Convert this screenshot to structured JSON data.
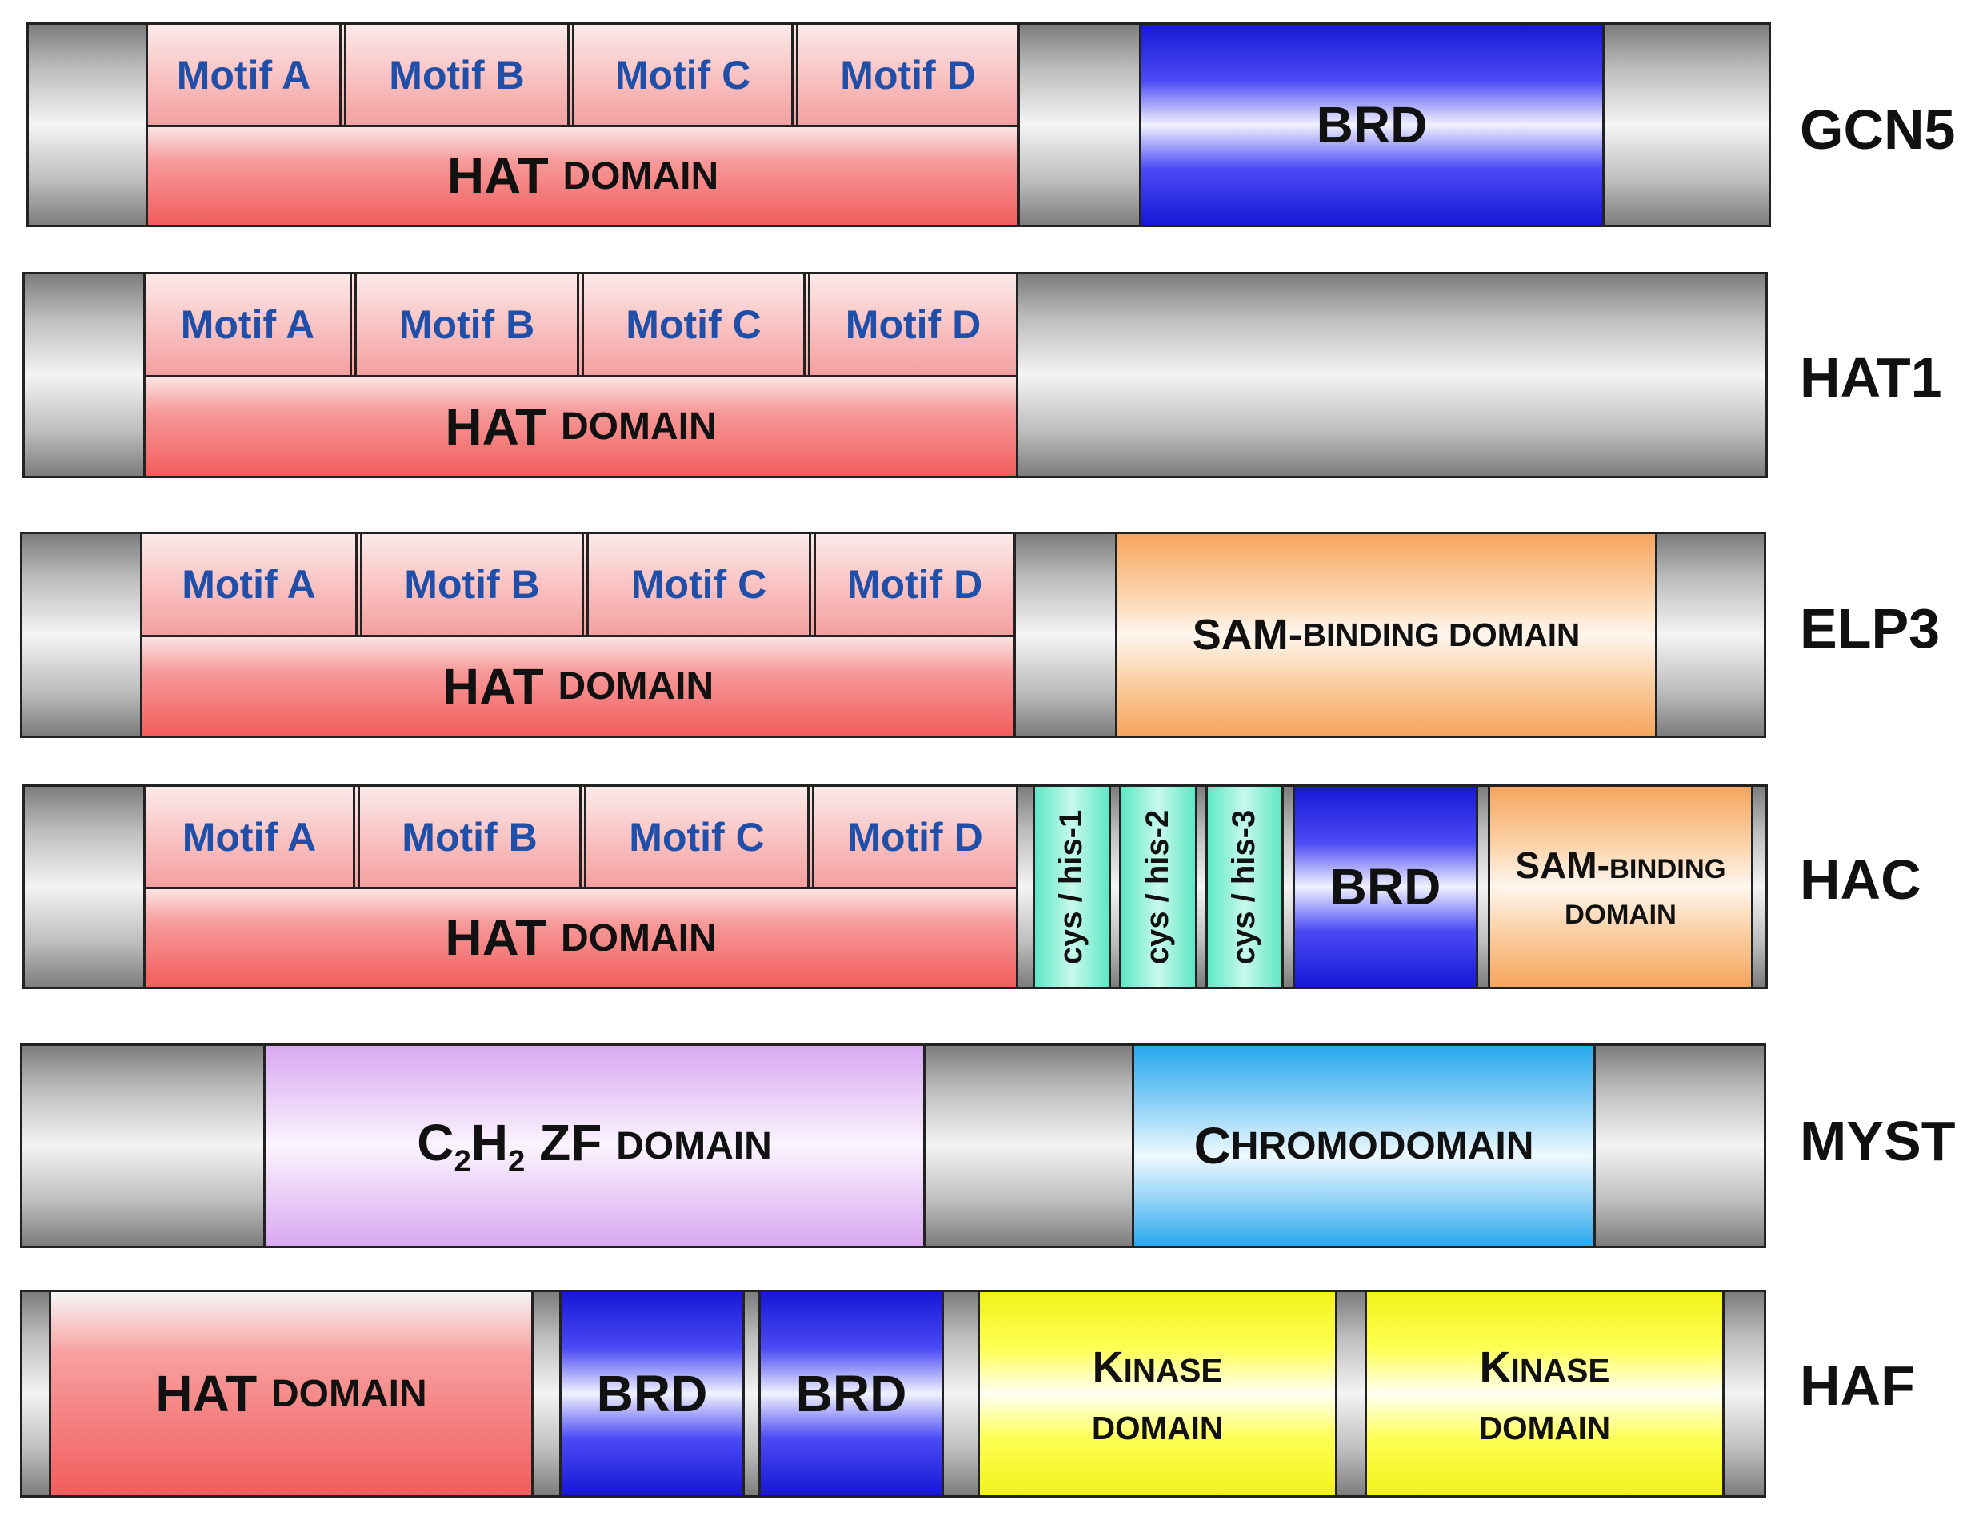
{
  "families": [
    {
      "name": "GCN5",
      "motifs": [
        "Motif A",
        "Motif B",
        "Motif C",
        "Motif D"
      ],
      "hat": {
        "main": "HAT",
        "small": "DOMAIN"
      },
      "domains": [
        {
          "label": "BRD",
          "color": "#2b2bf0"
        }
      ]
    },
    {
      "name": "HAT1",
      "motifs": [
        "Motif A",
        "Motif B",
        "Motif C",
        "Motif D"
      ],
      "hat": {
        "main": "HAT",
        "small": "DOMAIN"
      }
    },
    {
      "name": "ELP3",
      "motifs": [
        "Motif A",
        "Motif B",
        "Motif C",
        "Motif D"
      ],
      "hat": {
        "main": "HAT",
        "small": "DOMAIN"
      },
      "domains": [
        {
          "main": "SAM-",
          "small": "BINDING DOMAIN",
          "color": "#f8b77c"
        }
      ]
    },
    {
      "name": "HAC",
      "motifs": [
        "Motif A",
        "Motif B",
        "Motif C",
        "Motif D"
      ],
      "hat": {
        "main": "HAT",
        "small": "DOMAIN"
      },
      "zinc": [
        "cys / his-1",
        "cys / his-2",
        "cys / his-3"
      ],
      "domains": [
        {
          "label": "BRD",
          "color": "#2b2bf0"
        },
        {
          "main": "SAM-",
          "small": "BINDING",
          "line2": "DOMAIN",
          "color": "#f8b77c"
        }
      ]
    },
    {
      "name": "MYST",
      "domains": [
        {
          "pre": "C",
          "sub1": "2",
          "mid": "H",
          "sub2": "2",
          "post": " ZF",
          "small": "DOMAIN",
          "color": "#e0b8f4"
        },
        {
          "cap": "C",
          "small": "HROMODOMAIN",
          "color": "#5bbcf3"
        }
      ]
    },
    {
      "name": "HAF",
      "domains": [
        {
          "main": "HAT",
          "small": "DOMAIN",
          "color": "#f25d5d"
        },
        {
          "label": "BRD",
          "color": "#2b2bf0"
        },
        {
          "label": "BRD",
          "color": "#2b2bf0"
        },
        {
          "cap": "K",
          "small": "INASE",
          "line2": "DOMAIN",
          "color": "#ffff30"
        },
        {
          "cap": "K",
          "small": "INASE",
          "line2": "DOMAIN",
          "color": "#ffff30"
        }
      ]
    }
  ]
}
